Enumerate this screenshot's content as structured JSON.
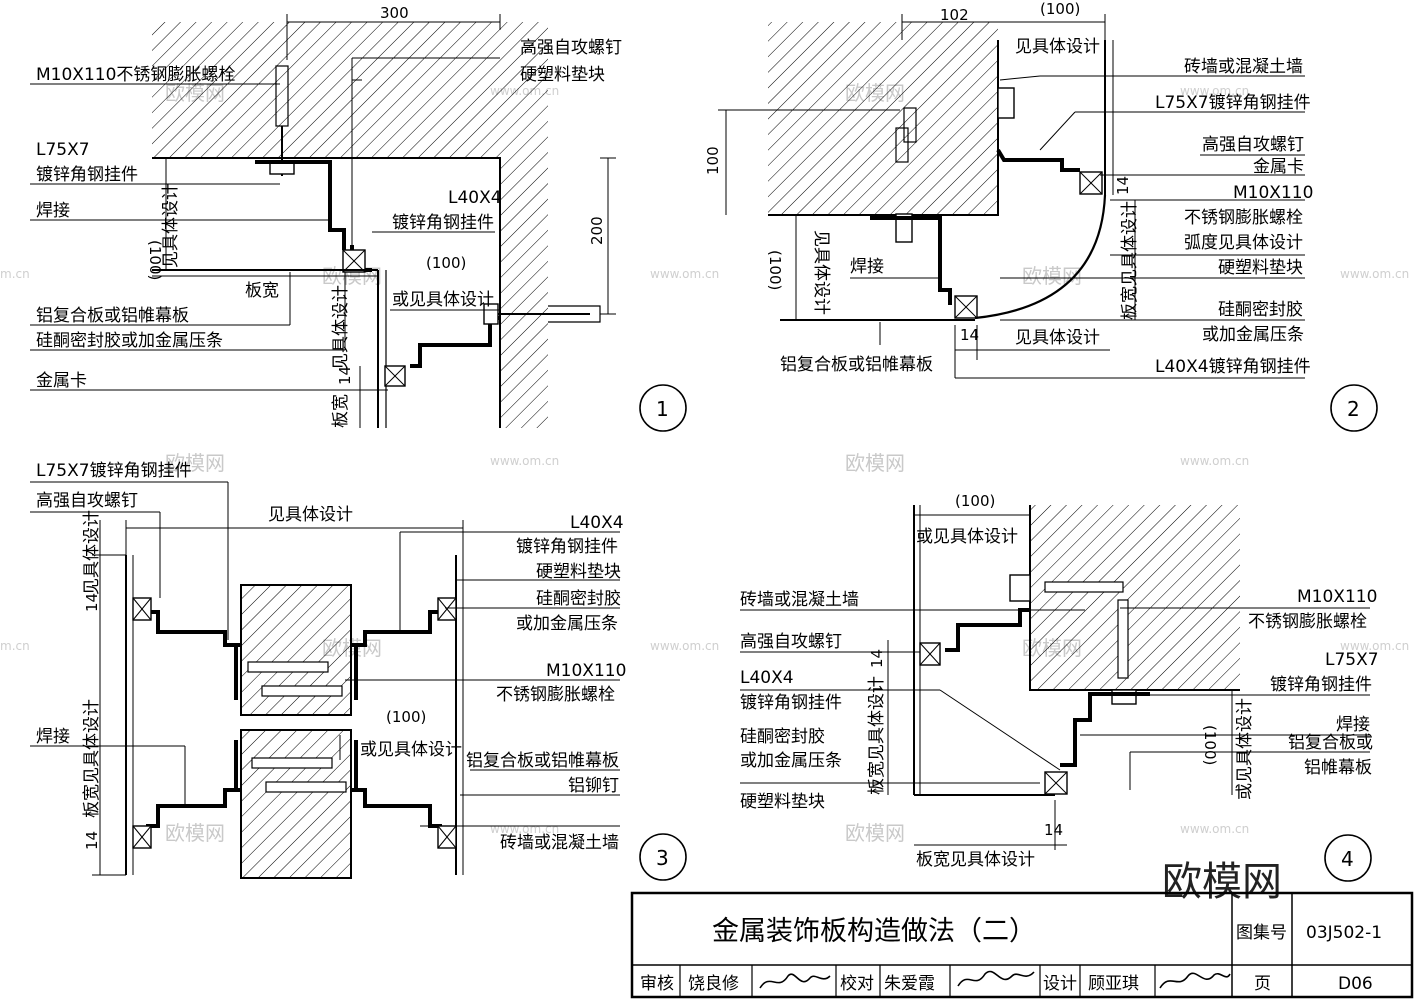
{
  "watermark": {
    "text": "欧模网",
    "url": "www.om.cn",
    "url_edge": "m.cn"
  },
  "brand_logo": "欧模网",
  "detail1": {
    "number": "1",
    "dim_top": "300",
    "dim_100": "(100)",
    "dim_100b": "(100)",
    "dim_200": "200",
    "dim_14": "14",
    "labels": {
      "bolt": "M10X110不锈钢膨胀螺栓",
      "angle75_a": "L75X7",
      "angle75_b": "镀锌角钢挂件",
      "weld": "焊接",
      "width_note": "见具体设计",
      "board_width": "板宽",
      "panel": "铝复合板或铝帷幕板",
      "sealant": "硅酮密封胶或加金属压条",
      "clip": "金属卡",
      "screw": "高强自攻螺钉",
      "pad": "硬塑料垫块",
      "angle40_a": "L40X4",
      "angle40_b": "镀锌角钢挂件",
      "or_design": "或见具体设计",
      "side_a": "板宽",
      "side_b": "见具体设计"
    }
  },
  "detail2": {
    "number": "2",
    "dim_102": "102",
    "dim_100": "(100)",
    "dim_100v": "100",
    "dim_100l": "(100)",
    "dim_14a": "14",
    "dim_14b": "14",
    "labels": {
      "see_design": "见具体设计",
      "wall": "砖墙或混凝土墙",
      "angle75": "L75X7镀锌角钢挂件",
      "screw": "高强自攻螺钉",
      "clip": "金属卡",
      "bolt_a": "M10X110",
      "bolt_b": "不锈钢膨胀螺栓",
      "arc": "弧度见具体设计",
      "pad": "硬塑料垫块",
      "sealant_a": "硅酮密封胶",
      "sealant_b": "或加金属压条",
      "angle40": "L40X4镀锌角钢挂件",
      "panel": "铝复合板或铝帷幕板",
      "weld": "焊接",
      "left_note": "见具体设计",
      "side_note": "板宽见具体设计",
      "bottom_note": "见具体设计"
    }
  },
  "detail3": {
    "number": "3",
    "dim_100": "(100)",
    "dim_14a": "14",
    "dim_14b": "14",
    "labels": {
      "angle75": "L75X7镀锌角钢挂件",
      "screw": "高强自攻螺钉",
      "see_design": "见具体设计",
      "angle40_a": "L40X4",
      "angle40_b": "镀锌角钢挂件",
      "pad": "硬塑料垫块",
      "sealant_a": "硅酮密封胶",
      "sealant_b": "或加金属压条",
      "bolt_a": "M10X110",
      "bolt_b": "不锈钢膨胀螺栓",
      "or_design": "或见具体设计",
      "panel": "铝复合板或铝帷幕板",
      "rivet": "铝铆钉",
      "wall": "砖墙或混凝土墙",
      "weld": "焊接",
      "side_top": "见具体设计",
      "side_bottom": "板宽见具体设计"
    }
  },
  "detail4": {
    "number": "4",
    "dim_100": "(100)",
    "dim_100r": "(100)",
    "dim_14a": "14",
    "dim_14b": "14",
    "labels": {
      "or_design": "或见具体设计",
      "wall": "砖墙或混凝土墙",
      "screw": "高强自攻螺钉",
      "angle40_a": "L40X4",
      "angle40_b": "镀锌角钢挂件",
      "sealant_a": "硅酮密封胶",
      "sealant_b": "或加金属压条",
      "pad": "硬塑料垫块",
      "bolt_a": "M10X110",
      "bolt_b": "不锈钢膨胀螺栓",
      "angle75_a": "L75X7",
      "angle75_b": "镀锌角钢挂件",
      "weld": "焊接",
      "panel_a": "铝复合板或",
      "panel_b": "铝帷幕板",
      "side_note": "板宽见具体设计",
      "right_note": "或见具体设计",
      "bottom_note": "板宽见具体设计"
    }
  },
  "title_block": {
    "title": "金属装饰板构造做法（二）",
    "atlas_label": "图集号",
    "atlas_no": "03J502-1",
    "review_label": "审核",
    "reviewer": "饶良修",
    "check_label": "校对",
    "checker": "朱爱霞",
    "design_label": "设计",
    "designer": "顾亚琪",
    "page_label": "页",
    "page_no": "D06"
  }
}
